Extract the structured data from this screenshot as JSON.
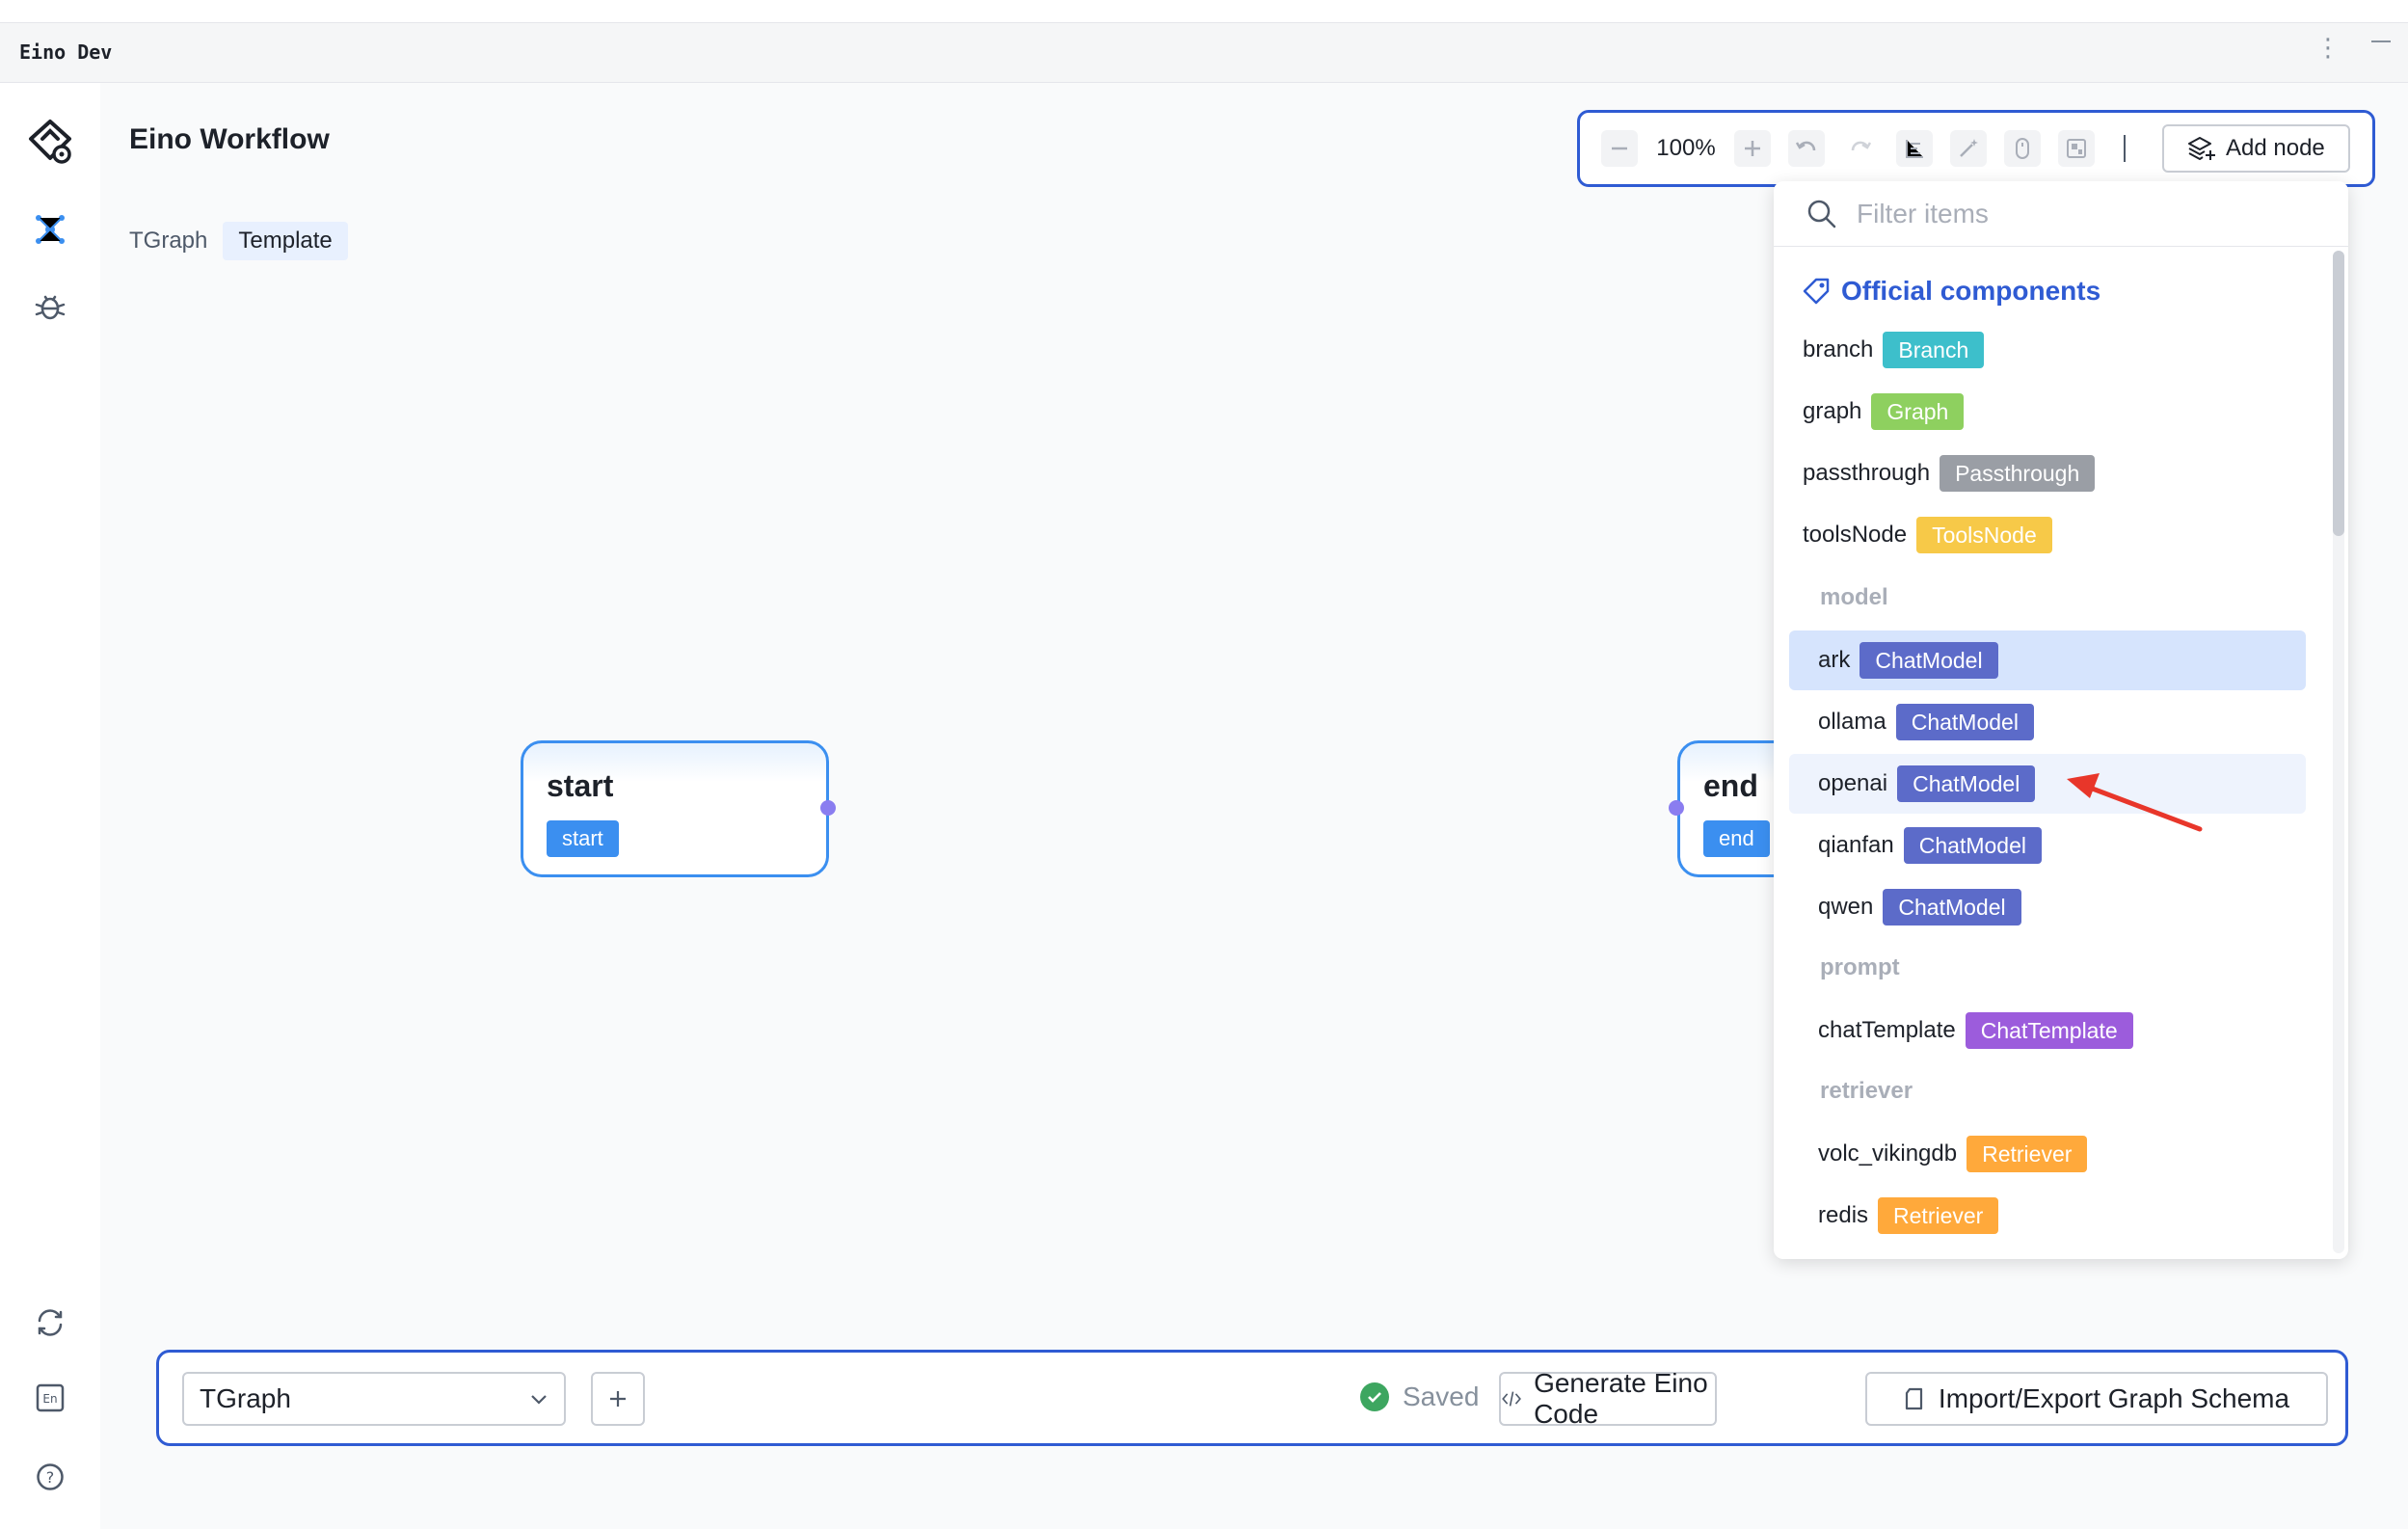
{
  "window": {
    "title": "Eino Dev"
  },
  "header": {
    "title": "Eino Workflow"
  },
  "breadcrumb": {
    "items": [
      "TGraph",
      "Template"
    ]
  },
  "toolbar": {
    "zoom": "100%",
    "add_node_label": "Add node"
  },
  "nodes": {
    "start": {
      "title": "start",
      "tag": "start"
    },
    "end": {
      "title": "end",
      "tag": "end"
    }
  },
  "panel": {
    "filter_placeholder": "Filter items",
    "group_title": "Official components",
    "official": [
      {
        "name": "branch",
        "tag": "Branch",
        "color": "#3dbfcb"
      },
      {
        "name": "graph",
        "tag": "Graph",
        "color": "#8ed05f"
      },
      {
        "name": "passthrough",
        "tag": "Passthrough",
        "color": "#9a9ea5"
      },
      {
        "name": "toolsNode",
        "tag": "ToolsNode",
        "color": "#f7c948"
      }
    ],
    "model_title": "model",
    "model": [
      {
        "name": "ark",
        "tag": "ChatModel",
        "color": "#5c6bc9"
      },
      {
        "name": "ollama",
        "tag": "ChatModel",
        "color": "#5c6bc9"
      },
      {
        "name": "openai",
        "tag": "ChatModel",
        "color": "#5c6bc9"
      },
      {
        "name": "qianfan",
        "tag": "ChatModel",
        "color": "#5c6bc9"
      },
      {
        "name": "qwen",
        "tag": "ChatModel",
        "color": "#5c6bc9"
      }
    ],
    "prompt_title": "prompt",
    "prompt": [
      {
        "name": "chatTemplate",
        "tag": "ChatTemplate",
        "color": "#9c5cdc"
      }
    ],
    "retriever_title": "retriever",
    "retriever": [
      {
        "name": "volc_vikingdb",
        "tag": "Retriever",
        "color": "#ffa93b"
      },
      {
        "name": "redis",
        "tag": "Retriever",
        "color": "#ffa93b"
      }
    ]
  },
  "bottom": {
    "graph_select_value": "TGraph",
    "saved_label": "Saved",
    "generate_label": "Generate Eino Code",
    "import_export_label": "Import/Export Graph Schema"
  },
  "colors": {
    "accent": "#2f5bd3",
    "node_border": "#3b8ff0",
    "arrow": "#e8362a"
  }
}
